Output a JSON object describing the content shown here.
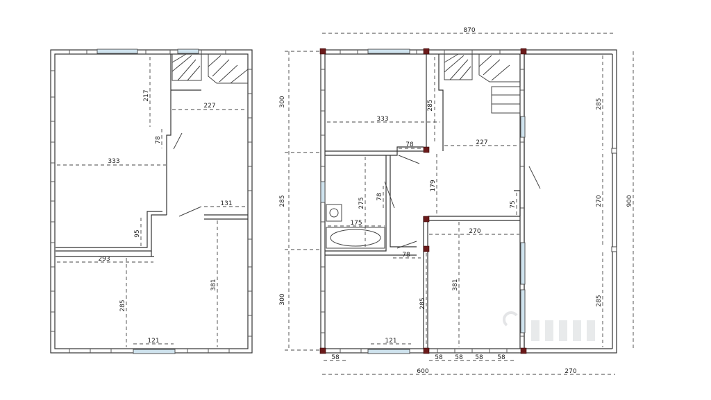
{
  "left_plan": {
    "dims": {
      "d217": "217",
      "d227": "227",
      "d78": "78",
      "d333": "333",
      "d131": "131",
      "d95": "95",
      "d293": "293",
      "d285": "285",
      "d381": "381",
      "d121": "121"
    }
  },
  "right_plan": {
    "dims": {
      "d870": "870",
      "d300a": "300",
      "d285a": "285",
      "d300b": "300",
      "d285top": "285",
      "d333": "333",
      "d78a": "78",
      "d227": "227",
      "d275": "275",
      "d78b": "78",
      "d179": "179",
      "d175": "175",
      "d78c": "78",
      "d75": "75",
      "d270a": "270",
      "d381": "381",
      "d285b": "285",
      "d285right": "285",
      "d270right": "270",
      "d285right2": "285",
      "d900": "900",
      "d121": "121",
      "d58a": "58",
      "d58b": "58",
      "d58c": "58",
      "d58d": "58",
      "d58e": "58",
      "d600": "600",
      "d270bottom": "270"
    }
  },
  "icons": {
    "stairs": "stairs-icon",
    "door": "door-swing-icon",
    "bathtub": "bathtub-icon",
    "toilet": "toilet-icon",
    "post": "column-post-icon"
  },
  "colors": {
    "window": "#cfe3ee",
    "post": "#6b1a1a",
    "wall": "#333333"
  }
}
